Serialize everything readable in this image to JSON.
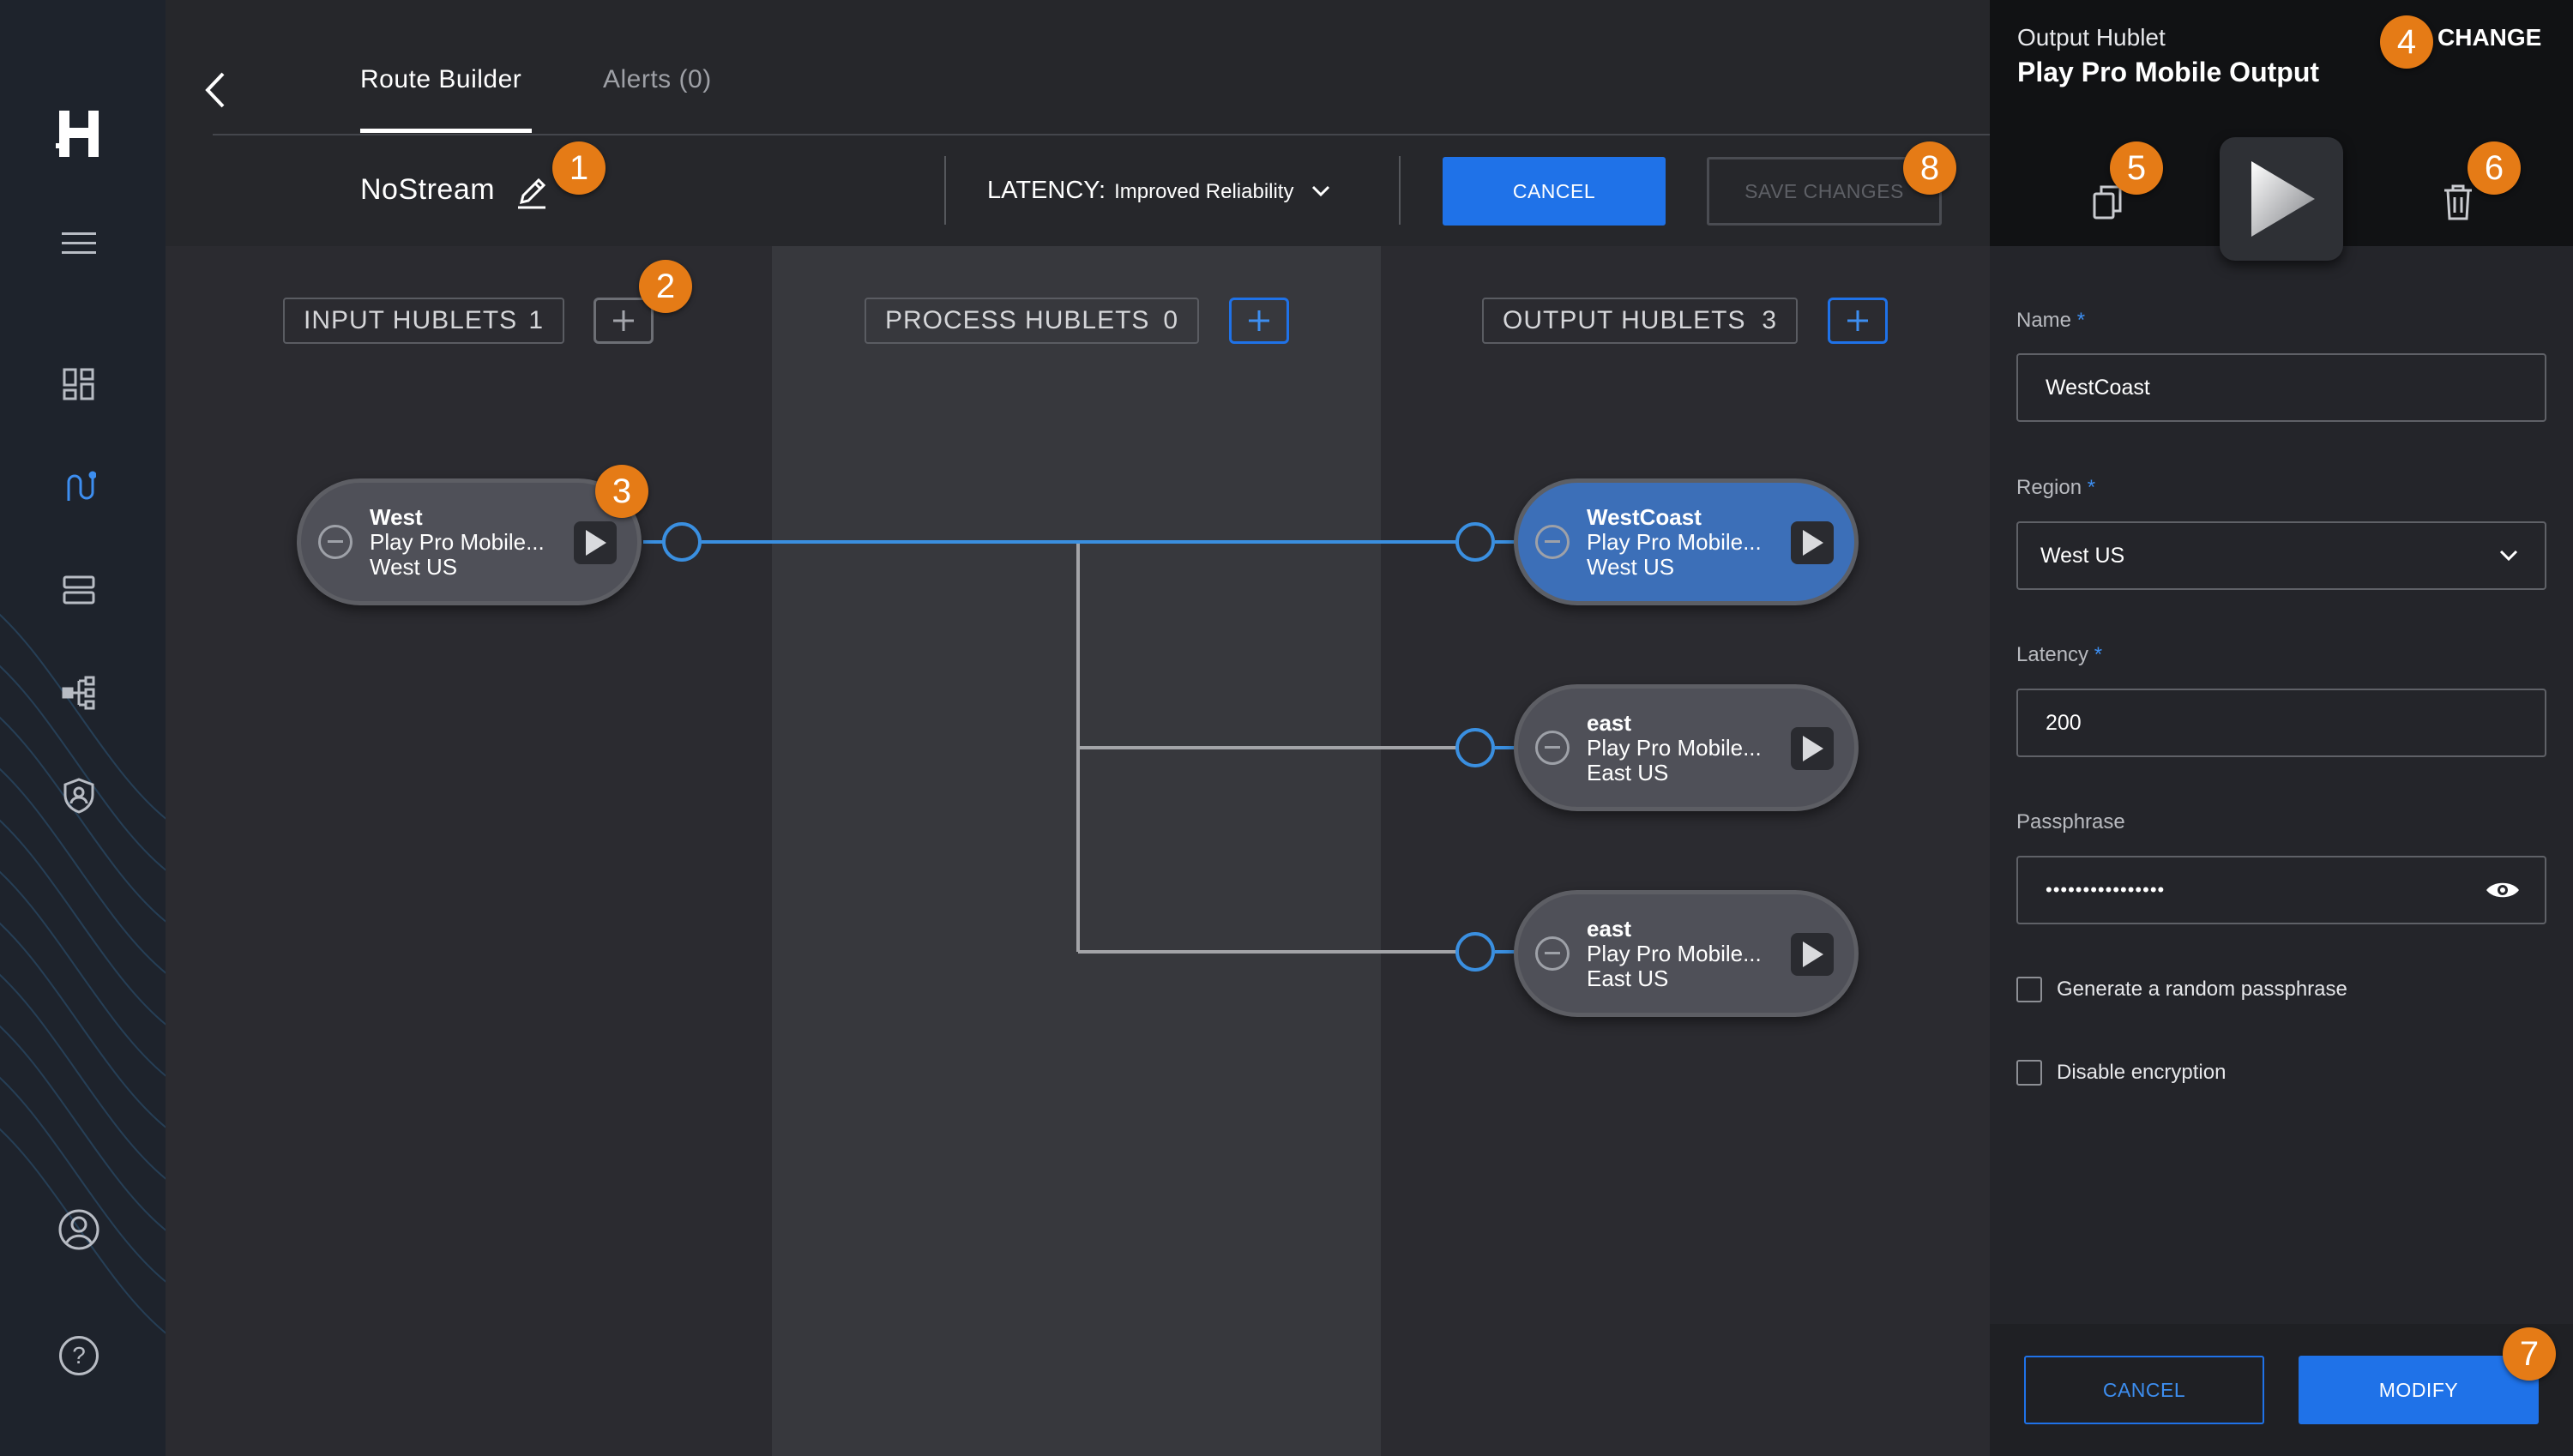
{
  "colors": {
    "accent": "#1f72e8",
    "badge": "#e57b16",
    "active_node": "#3c6fb8",
    "link_active": "#3a8fe0",
    "link_inactive": "#a3a4a8"
  },
  "nav": {
    "items": [
      "logo-icon",
      "menu-icon",
      "dashboard-icon",
      "routes-icon",
      "servers-icon",
      "hierarchy-icon",
      "security-icon",
      "account-icon",
      "help-icon"
    ],
    "help_label": "?"
  },
  "tabs": [
    {
      "label": "Route Builder",
      "active": true
    },
    {
      "label": "Alerts (0)",
      "active": false
    }
  ],
  "route": {
    "name": "NoStream"
  },
  "latency": {
    "label": "LATENCY:",
    "value": "Improved Reliability"
  },
  "toolbar": {
    "cancel_label": "CANCEL",
    "save_label": "SAVE CHANGES"
  },
  "columns": {
    "input": {
      "label": "INPUT HUBLETS",
      "count": "1"
    },
    "process": {
      "label": "PROCESS HUBLETS",
      "count": "0"
    },
    "output": {
      "label": "OUTPUT HUBLETS",
      "count": "3"
    }
  },
  "nodes": {
    "input": [
      {
        "name": "West",
        "type": "Play Pro Mobile...",
        "region": "West US"
      }
    ],
    "output": [
      {
        "name": "WestCoast",
        "type": "Play Pro Mobile...",
        "region": "West US",
        "active": true
      },
      {
        "name": "east",
        "type": "Play Pro Mobile...",
        "region": "East US",
        "active": false
      },
      {
        "name": "east",
        "type": "Play Pro Mobile...",
        "region": "East US",
        "active": false
      }
    ]
  },
  "badges": [
    "1",
    "2",
    "3",
    "4",
    "5",
    "6",
    "7",
    "8"
  ],
  "panel": {
    "subtitle": "Output Hublet",
    "title": "Play Pro Mobile Output",
    "change_label": "CHANGE",
    "name_label": "Name",
    "name_value": "WestCoast",
    "region_label": "Region",
    "region_value": "West US",
    "latency_label": "Latency",
    "latency_value": "200",
    "passphrase_label": "Passphrase",
    "passphrase_value": "••••••••••••••••",
    "required_mark": "*",
    "random_label": "Generate a random passphrase",
    "disable_label": "Disable encryption",
    "cancel_label": "CANCEL",
    "modify_label": "MODIFY"
  }
}
